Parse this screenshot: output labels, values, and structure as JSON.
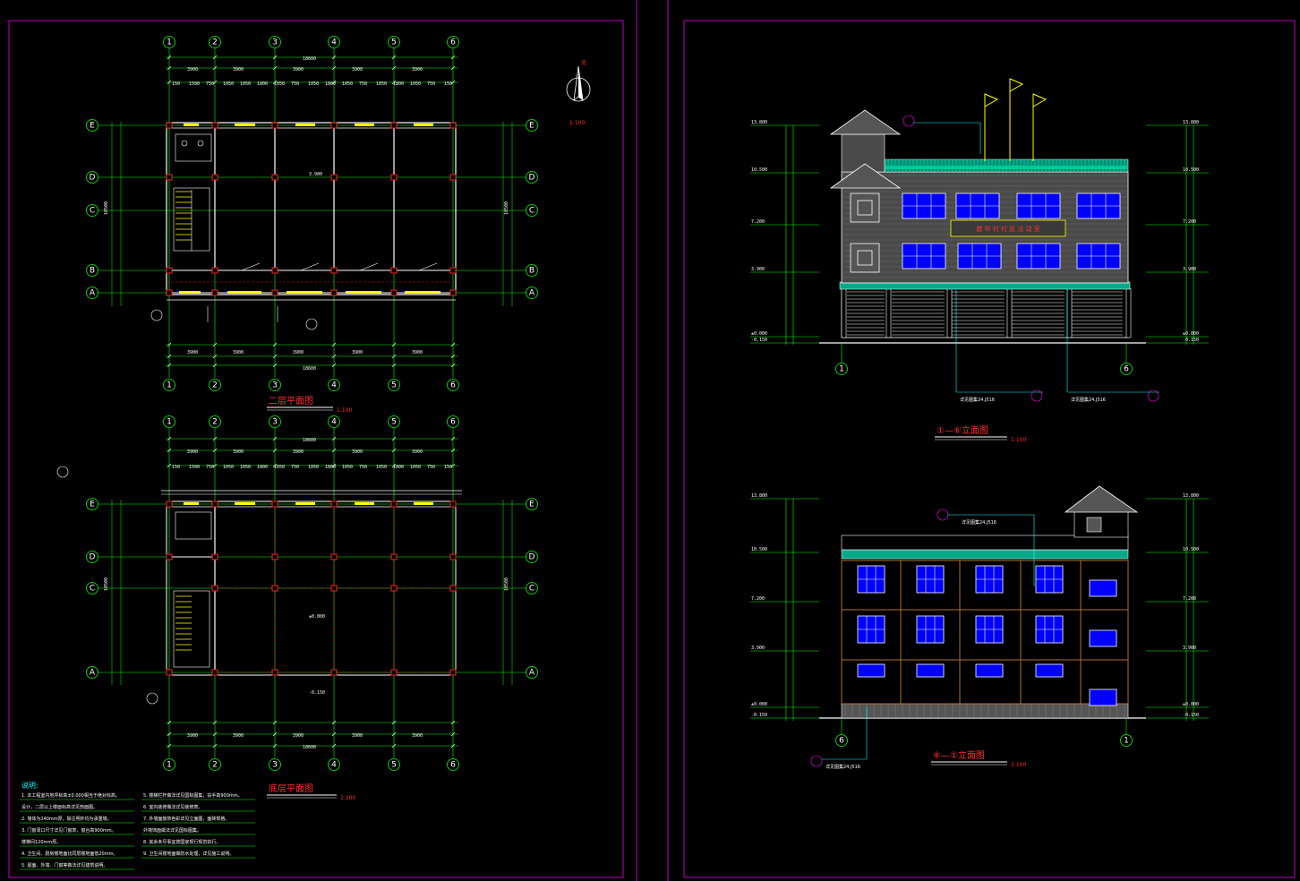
{
  "sheets": {
    "frame_color": "#c000c0",
    "background": "#000000"
  },
  "grid_axes": {
    "numbers": [
      "1",
      "2",
      "3",
      "4",
      "5",
      "6"
    ],
    "letters": [
      "E",
      "D",
      "C",
      "B",
      "A"
    ]
  },
  "plans": {
    "second_floor": {
      "title": "二层平面图",
      "scale": "1:100"
    },
    "ground_floor": {
      "title": "底层平面图",
      "scale": "1:100"
    }
  },
  "north_arrow": {
    "label": "北",
    "scale": "1:100"
  },
  "elevations": {
    "front": {
      "title": "①—⑥立面图",
      "scale": "1:100",
      "sign": "腊 甲 村 村 民 活 动 室",
      "callouts": [
        "详见图集24.J516",
        "详见图集24.J516"
      ]
    },
    "back": {
      "title": "⑥—①立面图",
      "scale": "1:100",
      "callouts": [
        "详见图集24.J516",
        "详见图集24.J516"
      ]
    }
  },
  "levels": [
    "13.800",
    "10.500",
    "7.200",
    "3.900",
    "±0.000",
    "-0.150"
  ],
  "notes": {
    "heading": "说明:",
    "left": [
      "1. 本工程室内地坪标高±0.000相当于绝对标高。",
      "   设计，二层以上楼面标高详见剖面图。",
      "2. 墙体为240mm厚，除注明外均为承重墙。",
      "3. 门窗洞口尺寸详见门窗表，窗台高900mm。",
      "   楼梯间120mm厚。",
      "4. 卫生间、厨房楼地面比同层楼地面低20mm。",
      "5. 屋面、外墙、门窗等做法详见建筑说明。"
    ],
    "right": [
      "5. 楼梯栏杆做法详见国标图集，扶手高900mm。",
      "6. 室内装修做法详见装修表。",
      "7. 外墙面装饰色彩详见立面图，面砖规格。",
      "   外墙饰面做法详见国标图集。",
      "8. 其余未尽事宜按国家现行规范执行。",
      "9. 卫生间楼地面做防水处理，详见施工说明。"
    ]
  },
  "colors": {
    "axis": "#00ff00",
    "wall": "#ffffff",
    "window": "#ffff00",
    "column": "#ff2020",
    "glass": "#0000ff",
    "roof": "#00aa88",
    "cyan": "#00ffff",
    "magenta": "#ff00ff"
  }
}
